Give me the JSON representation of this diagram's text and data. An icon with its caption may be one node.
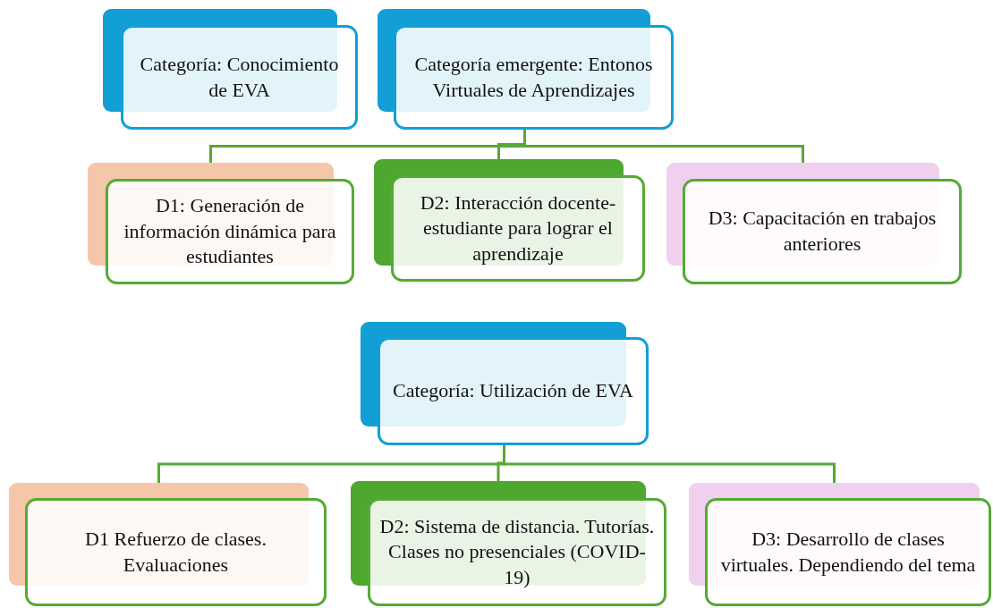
{
  "diagram": {
    "nodes": [
      {
        "text": [
          "Categoría: Conocimiento de EVA"
        ]
      },
      {
        "text": [
          "Categoría emergente: Entonos Virtuales de Aprendizajes"
        ]
      },
      {
        "text": [
          "D1: Generación de información dinámica para estudiantes"
        ]
      },
      {
        "text": [
          "D2: Interacción docente-estudiante para lograr el aprendizaje"
        ]
      },
      {
        "text": [
          "D3: Capacitación en trabajos anteriores"
        ]
      },
      {
        "text": [
          "Categoría: Utilización de EVA"
        ]
      },
      {
        "text": [
          "D1 Refuerzo de clases. Evaluaciones"
        ]
      },
      {
        "text": [
          "D2: Sistema de distancia. Tutorías. Clases no presenciales (COVID-19)"
        ]
      },
      {
        "text": [
          "D3: Desarrollo de clases virtuales. Dependiendo del tema"
        ]
      }
    ],
    "edges": [
      {
        "from": 1,
        "to": 2,
        "arrow": "none"
      },
      {
        "from": 1,
        "to": 3,
        "arrow": "none"
      },
      {
        "from": 1,
        "to": 4,
        "arrow": "none"
      },
      {
        "from": 5,
        "to": 6,
        "arrow": "none"
      },
      {
        "from": 5,
        "to": 7,
        "arrow": "none"
      },
      {
        "from": 5,
        "to": 8,
        "arrow": "none"
      }
    ]
  }
}
